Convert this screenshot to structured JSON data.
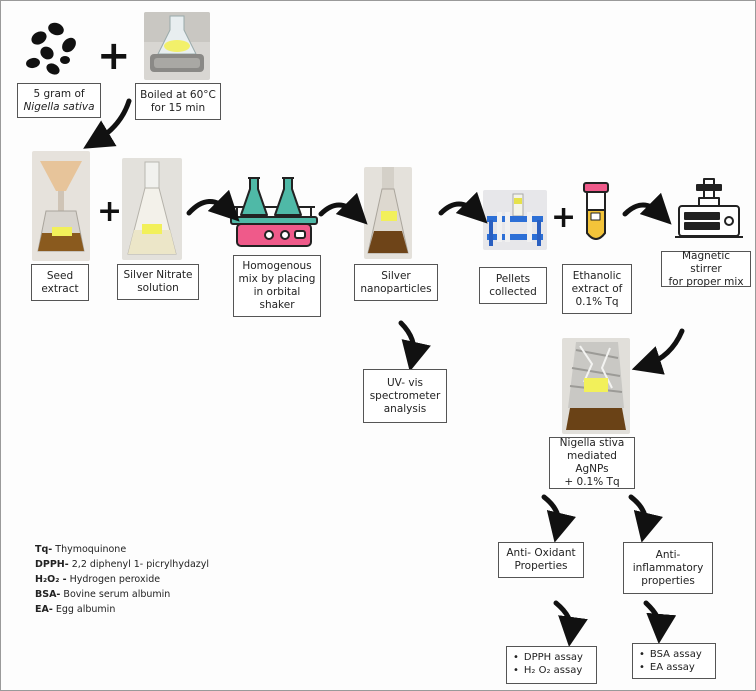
{
  "seeds": {
    "line1": "5 gram of",
    "line2": "Nigella sativa"
  },
  "boiled": {
    "line1": "Boiled at 60°C",
    "line2": "for 15 min"
  },
  "seed_extract": {
    "line1": "Seed",
    "line2": "extract"
  },
  "silver_nitrate": {
    "line1": "Silver Nitrate",
    "line2": "solution"
  },
  "homogenous": {
    "line1": "Homogenous",
    "line2": "mix by placing",
    "line3": "in orbital",
    "line4": "shaker"
  },
  "silver_np": {
    "line1": "Silver",
    "line2": "nanoparticles"
  },
  "pellets": {
    "line1": "Pellets",
    "line2": "collected"
  },
  "ethanolic": {
    "line1": "Ethanolic",
    "line2": "extract of",
    "line3": "0.1% Tq"
  },
  "magnetic": {
    "line1": "Magnetic stirrer",
    "line2": "for proper mix"
  },
  "uv_vis": {
    "line1": "UV- vis",
    "line2": "spectrometer",
    "line3": "analysis"
  },
  "agnps": {
    "line1": "Nigella stiva",
    "line2": "mediated AgNPs",
    "line3": "+ 0.1% Tq"
  },
  "antioxidant": {
    "line1": "Anti- Oxidant",
    "line2": "Properties"
  },
  "antiinflammatory": {
    "line1": "Anti-",
    "line2": "inflammatory",
    "line3": "properties"
  },
  "antioxidant_assays": [
    "DPPH assay",
    "H₂ O₂ assay"
  ],
  "antiinflammatory_assays": [
    "BSA assay",
    "EA assay"
  ],
  "plus_sign": "+",
  "legend": [
    {
      "abbr": "Tq-",
      "text": "Thymoquinone"
    },
    {
      "abbr": "DPPH-",
      "text": "2,2 diphenyl 1- picrylhydazyl"
    },
    {
      "abbr": "H₂O₂ -",
      "text": "Hydrogen peroxide"
    },
    {
      "abbr": "BSA-",
      "text": "Bovine serum albumin"
    },
    {
      "abbr": "EA-",
      "text": "Egg albumin"
    }
  ],
  "colors": {
    "arrow": "#111111",
    "box_border": "#555555",
    "shaker_pink": "#ef5a8a",
    "shaker_teal": "#4fb9a7",
    "tube_yellow": "#f3c43a"
  }
}
